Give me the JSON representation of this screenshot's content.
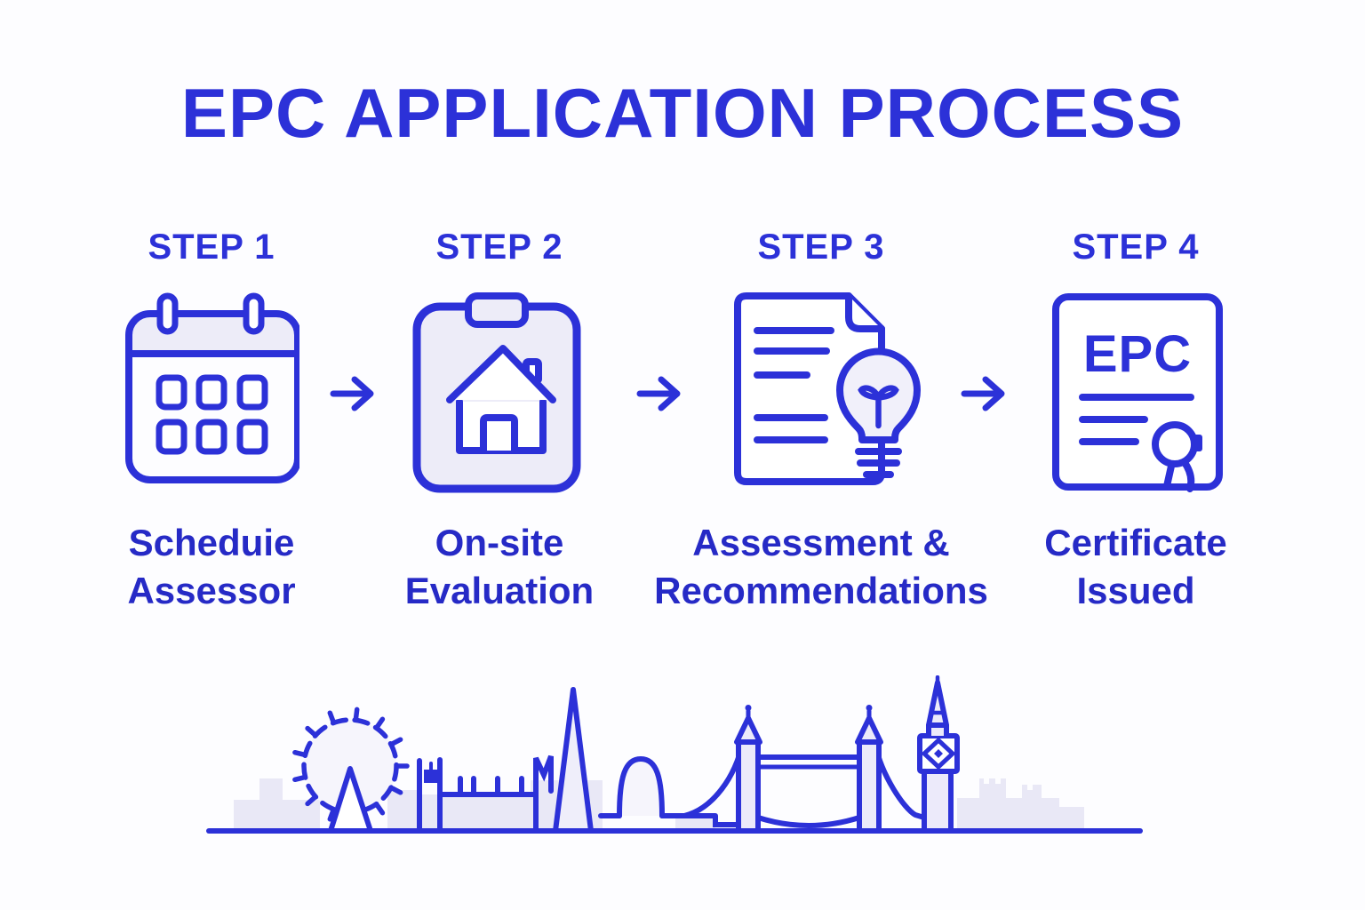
{
  "title": "EPC APPLICATION PROCESS",
  "steps": [
    {
      "label": "STEP 1",
      "icon": "calendar",
      "caption_line1": "Scheduie",
      "caption_line2": "Assessor"
    },
    {
      "label": "STEP 2",
      "icon": "clipboard-house",
      "caption_line1": "On-site",
      "caption_line2": "Evaluation"
    },
    {
      "label": "STEP 3",
      "icon": "document-lightbulb",
      "caption_line1": "Assessment &",
      "caption_line2": "Recommendations"
    },
    {
      "label": "STEP 4",
      "icon": "epc-certificate",
      "icon_text": "EPC",
      "caption_line1": "Certificate",
      "caption_line2": "Issued"
    }
  ],
  "footer": {
    "illustration": "london-skyline"
  },
  "colors": {
    "accent": "#2c31d8",
    "caption_text": "#262ac6",
    "lavender_fill": "#e9e8f6",
    "icon_fill_light": "#efeefa",
    "background": "#ffffff"
  }
}
